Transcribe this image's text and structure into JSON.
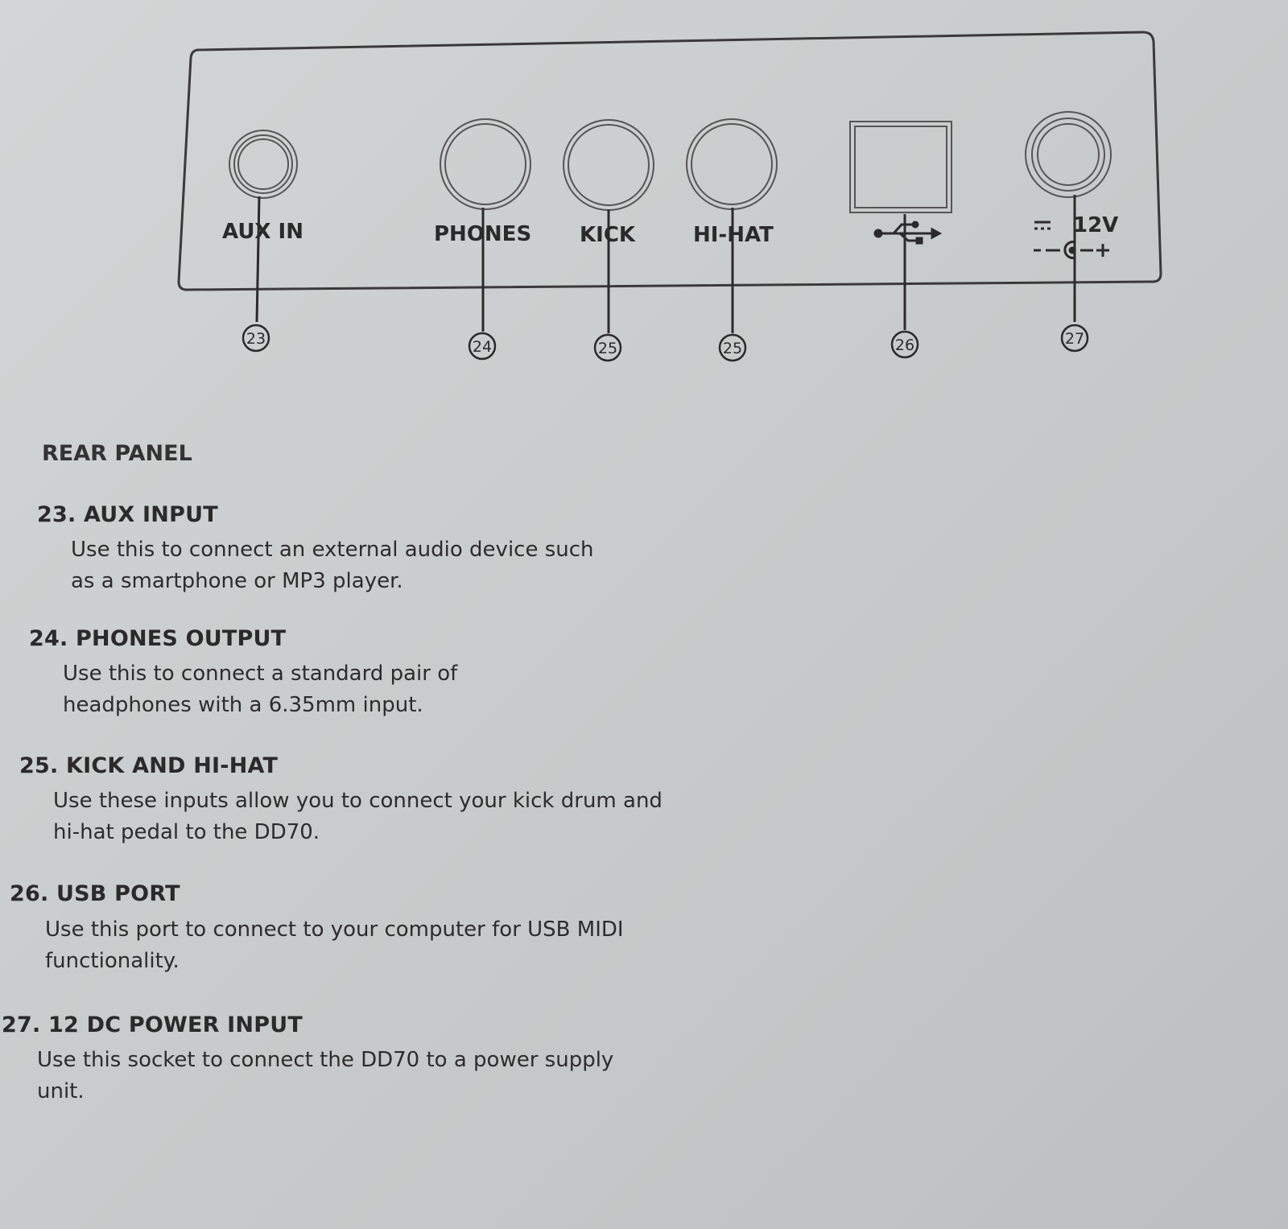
{
  "panel": {
    "labels": {
      "aux_in": "AUX IN",
      "phones": "PHONES",
      "kick": "KICK",
      "hi_hat": "HI-HAT",
      "power_voltage": "12V"
    },
    "callouts": [
      "23",
      "24",
      "25",
      "25",
      "26",
      "27"
    ],
    "icons": [
      "usb-icon",
      "dc-polarity-icon"
    ]
  },
  "page_title": "REAR PANEL",
  "sections": [
    {
      "heading": "23. AUX INPUT",
      "body": "Use this to connect an external audio device such as a smartphone or MP3 player."
    },
    {
      "heading": "24. PHONES OUTPUT",
      "body": "Use this to connect a standard pair of headphones with a 6.35mm input."
    },
    {
      "heading": "25. KICK AND HI-HAT",
      "body": "Use these inputs allow you to connect your kick drum and hi-hat pedal to the DD70."
    },
    {
      "heading": "26. USB PORT",
      "body": "Use this port to connect to your computer for USB MIDI functionality."
    },
    {
      "heading": "27. 12 DC POWER INPUT",
      "body": "Use this socket to connect the DD70 to a power supply unit."
    }
  ],
  "colors": {
    "paper": "#cfd2d2",
    "ink": "#2a2a2a"
  }
}
